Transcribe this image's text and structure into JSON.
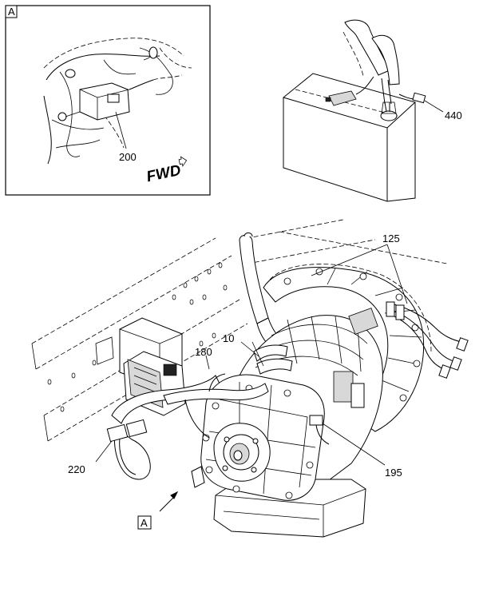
{
  "detail_box": {
    "letter": "A"
  },
  "fwd_label": "FWD",
  "view_marker": {
    "letter": "A"
  },
  "callouts": {
    "c200": "200",
    "c440": "440",
    "c125": "125",
    "c10": "10",
    "c180": "180",
    "c220": "220",
    "c195": "195"
  }
}
